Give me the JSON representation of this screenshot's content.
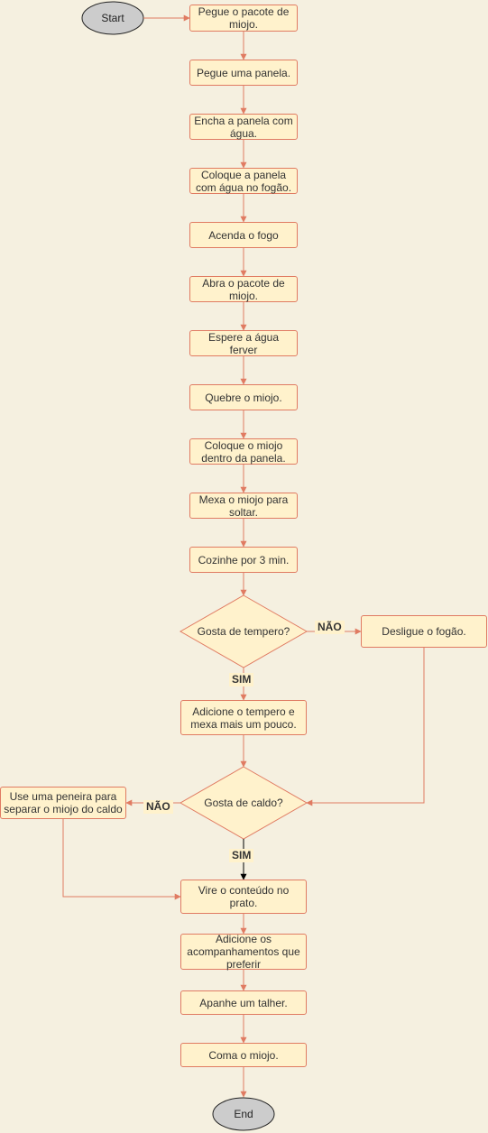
{
  "colors": {
    "background": "#f5f0e0",
    "box_fill": "#fff2cc",
    "box_stroke": "#e07b62",
    "terminal_fill": "#cccccc",
    "terminal_stroke": "#222222",
    "arrow": "#e07b62",
    "arrow_black": "#000000"
  },
  "nodes": {
    "start": "Start",
    "step1": "Pegue o pacote de miojo.",
    "step2": "Pegue uma panela.",
    "step3": "Encha a panela com água.",
    "step4": "Coloque a panela com água no fogão.",
    "step5": "Acenda o fogo",
    "step6": "Abra o pacote de miojo.",
    "step7": "Espere a água ferver",
    "step8": "Quebre o miojo.",
    "step9": "Coloque o miojo dentro da panela.",
    "step10": "Mexa o miojo para soltar.",
    "step11": "Cozinhe por 3 min.",
    "decision1": "Gosta de tempero?",
    "turnoff": "Desligue o fogão.",
    "seasoning": "Adicione o tempero e mexa mais um pouco.",
    "decision2": "Gosta de caldo?",
    "strainer": "Use uma peneira para separar o miojo do caldo",
    "plate": "Vire o conteúdo no prato.",
    "sides": "Adicione os acompanhamentos que preferir",
    "utensil": "Apanhe um talher.",
    "eat": "Coma o miojo.",
    "end": "End"
  },
  "edge_labels": {
    "no1": "NÃO",
    "yes1": "SIM",
    "no2": "NÃO",
    "yes2": "SIM"
  }
}
